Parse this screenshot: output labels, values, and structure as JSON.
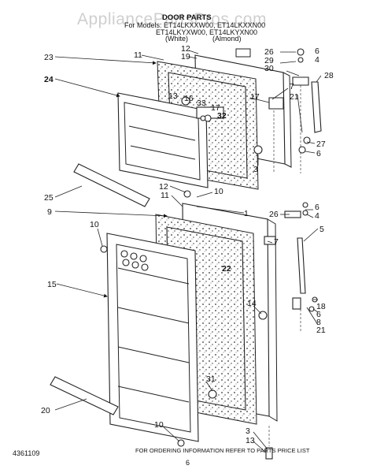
{
  "watermark": "AppliancePartsPros.com",
  "header": {
    "title": "DOOR PARTS",
    "models_line1": "For Models: ET14LKXXW00, ET14LKXXN00",
    "models_line2": "ET14LKYXW00, ET14LKYXN00",
    "white": "(White)",
    "almond": "(Almond)"
  },
  "footer": {
    "doc_number": "4361109",
    "note": "FOR ORDERING INFORMATION REFER TO PARTS PRICE LIST",
    "page": "6"
  },
  "callouts": {
    "c1": "1",
    "c3a": "3",
    "c3b": "3",
    "c4a": "4",
    "c4b": "4",
    "c5": "5",
    "c6a": "6",
    "c6b": "6",
    "c6c": "6",
    "c6d": "6",
    "c7a": "7",
    "c7b": "7",
    "c8": "8",
    "c9": "9",
    "c10a": "10",
    "c10b": "10",
    "c10c": "10",
    "c11a": "11",
    "c11b": "11",
    "c12a": "12",
    "c12b": "12",
    "c13": "13",
    "c14": "14",
    "c15": "15",
    "c16": "16",
    "c17a": "17",
    "c17b": "17",
    "c18": "18",
    "c19": "19",
    "c20": "20",
    "c21a": "21",
    "c21b": "21",
    "c22": "22",
    "c23": "23",
    "c24": "24",
    "c25": "25",
    "c26a": "26",
    "c26b": "26",
    "c27": "27",
    "c28": "28",
    "c29": "29",
    "c30": "30",
    "c31": "31",
    "c32": "32",
    "c33": "33"
  }
}
